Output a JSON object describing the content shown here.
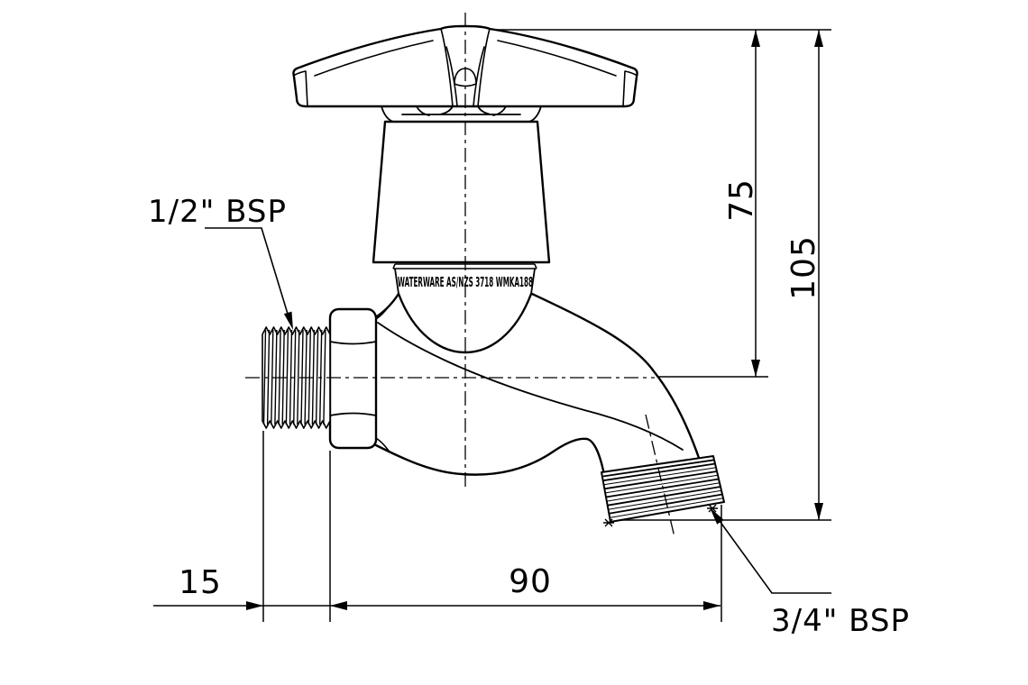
{
  "drawing": {
    "inlet_label": "1/2\" BSP",
    "outlet_label": "3/4\" BSP",
    "body_marking": "WATERWARE AS/NZS 3718 WMKA188",
    "dim_75": "75",
    "dim_105": "105",
    "dim_15": "15",
    "dim_90": "90"
  }
}
